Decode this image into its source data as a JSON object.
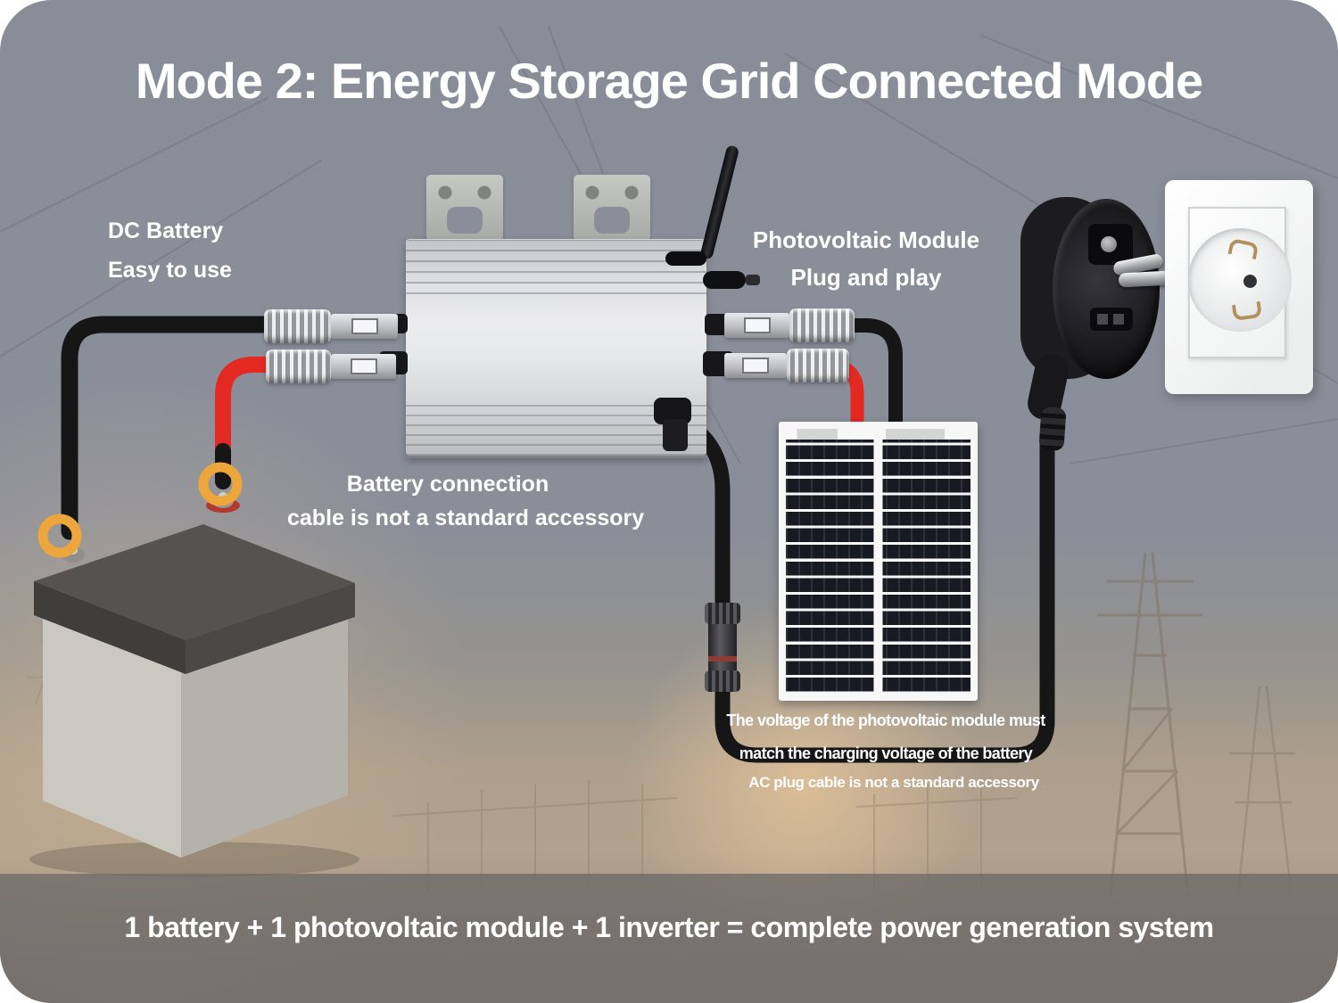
{
  "title": "Mode 2: Energy Storage Grid Connected Mode",
  "annotations": {
    "battery_label": {
      "line1": "DC Battery",
      "line2": "Easy to use"
    },
    "pv_label": {
      "line1": "Photovoltaic Module",
      "line2": "Plug and play"
    },
    "battery_cable_note": {
      "line1": "Battery connection",
      "line2": "cable is not a standard accessory"
    },
    "pv_voltage_note": {
      "line1": "The voltage of the photovoltaic module must",
      "line2": "match the charging voltage of the battery"
    },
    "ac_cable_note": "AC plug cable is not a standard accessory"
  },
  "footer": {
    "summary": "1 battery + 1 photovoltaic module + 1 inverter = complete power generation system"
  },
  "components": {
    "inverter": "micro inverter with wifi antenna",
    "battery": "DC battery",
    "solar_panel": "photovoltaic module",
    "plug": "AC schuko plug",
    "outlet": "wall socket",
    "battery_cables": "red and black battery cables with ring terminals",
    "pv_cables": "red and black PV cables with MC4 connectors",
    "ac_cable": "AC output cable with inline connector"
  },
  "colors": {
    "cable-red": "#e42822",
    "ring-orange": "#eca63c",
    "sky-gray": "#8a8e99",
    "sunset-tan": "#b2a18c",
    "band-gray": "#6f6c6a",
    "panel-cell": "#171a22",
    "inverter-silver": "#dddee0",
    "text-white": "#ffffff"
  }
}
